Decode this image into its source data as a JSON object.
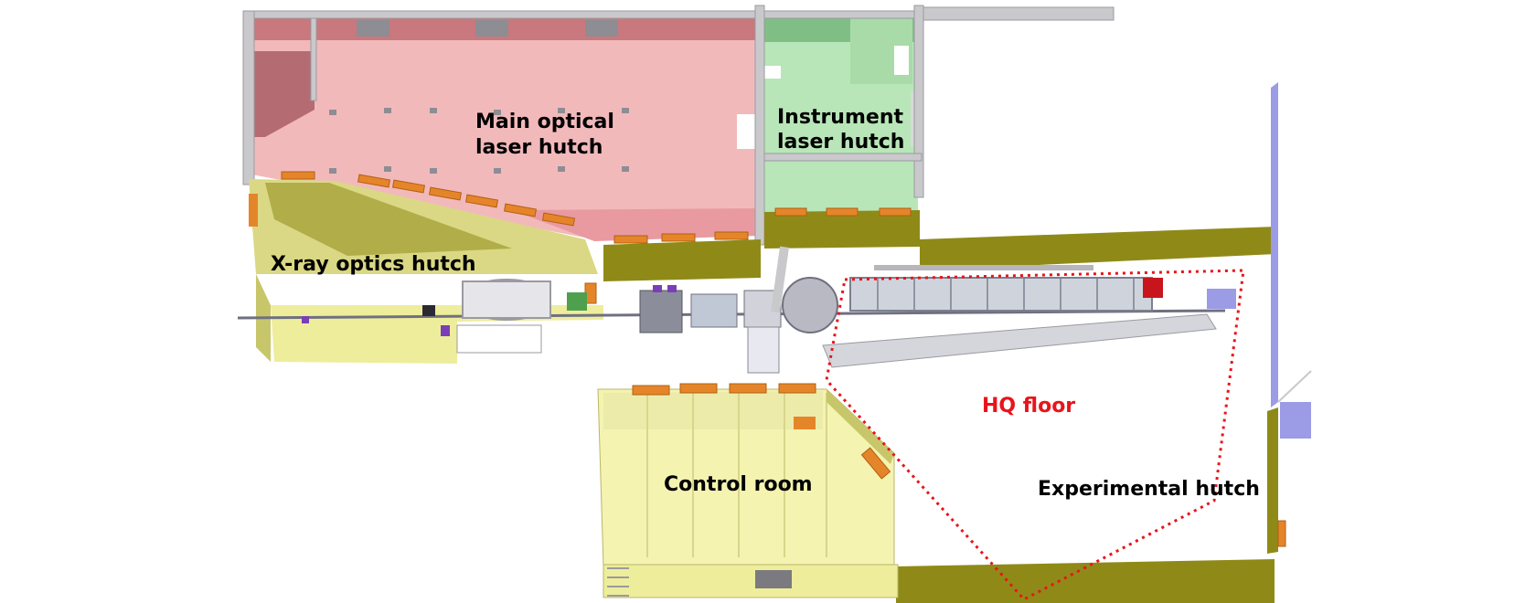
{
  "labels": {
    "main_optical_line1": "Main optical",
    "main_optical_line2": "laser hutch",
    "instrument_line1": "Instrument",
    "instrument_line2": "laser hutch",
    "xray_optics": "X-ray optics hutch",
    "control_room": "Control room",
    "hq_floor": "HQ floor",
    "experimental": "Experimental hutch"
  },
  "colors": {
    "main_laser_floor": "#f2b9bb",
    "main_laser_wall": "#c9787d",
    "instrument_floor": "#b8e6b8",
    "instrument_wall": "#7fbf86",
    "yellow_floor": "#f4f3b0",
    "olive_wall": "#8f8a17",
    "wall_grey": "#c9c9cc",
    "orange_panel": "#e5852a",
    "hq_outline": "#e8141b",
    "blue_wall": "#9b9be6"
  }
}
